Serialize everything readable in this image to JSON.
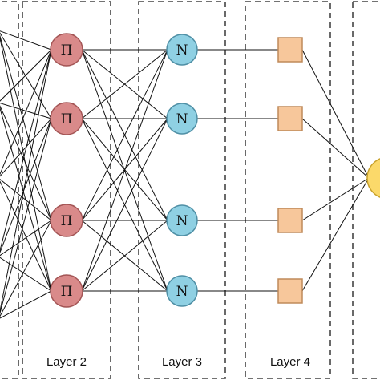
{
  "layers": [
    {
      "id": "layer2",
      "label": "Layer 2"
    },
    {
      "id": "layer3",
      "label": "Layer 3"
    },
    {
      "id": "layer4",
      "label": "Layer 4"
    }
  ],
  "nodes": {
    "layer2": {
      "symbol": "Π",
      "fill": "#d98a8a",
      "stroke": "#a35555",
      "count": 4
    },
    "layer3": {
      "symbol": "N",
      "fill": "#8fd0e3",
      "stroke": "#4f8fa5",
      "count": 4
    },
    "layer4": {
      "fill": "#f7c79b",
      "stroke": "#bf8a5a",
      "count": 4
    },
    "output": {
      "fill": "#fbd96a",
      "stroke": "#c9a22c"
    }
  },
  "colors": {
    "edge": "#111111",
    "layer_border": "#444444",
    "background": "#ffffff"
  }
}
